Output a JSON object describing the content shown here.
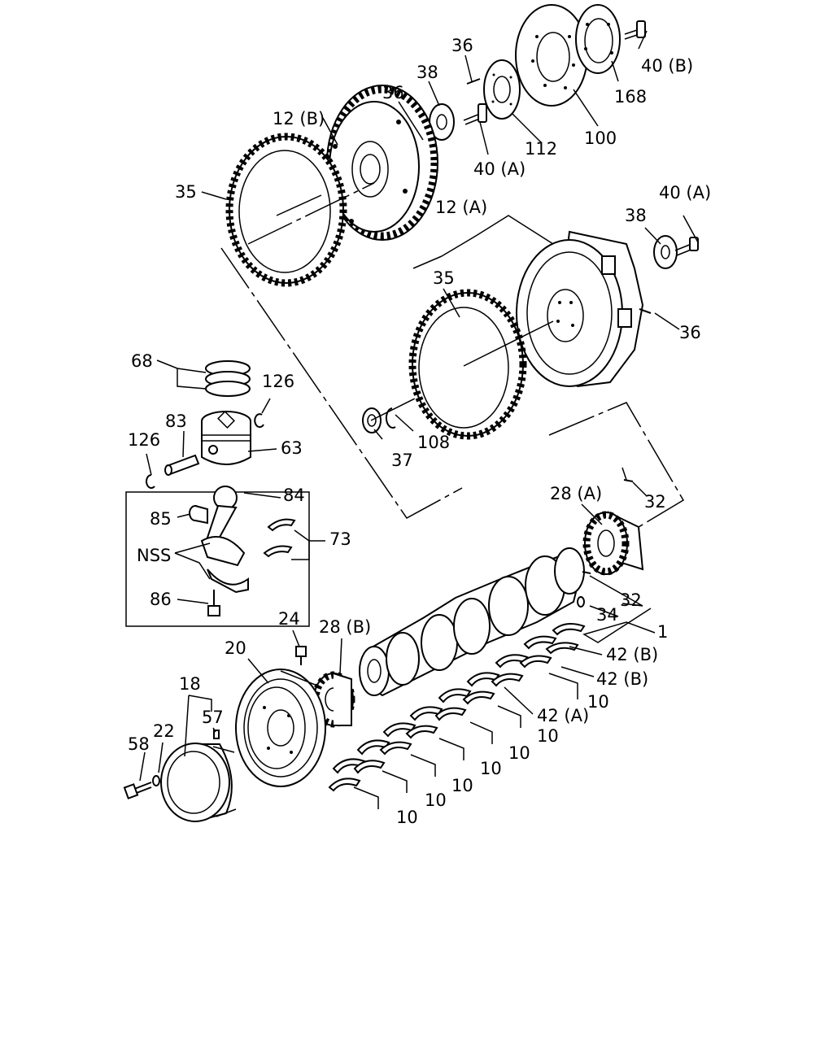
{
  "labels": {
    "l36a": "36",
    "l38a": "38",
    "l36b": "36",
    "l40b": "40 (B)",
    "l168": "168",
    "l100": "100",
    "l112": "112",
    "l40a1": "40 (A)",
    "l12b": "12 (B)",
    "l35a": "35",
    "l12a": "12 (A)",
    "l40a2": "40 (A)",
    "l38b": "38",
    "l35b": "35",
    "l36c": "36",
    "l68": "68",
    "l126a": "126",
    "l83": "83",
    "l126b": "126",
    "l63": "63",
    "l37": "37",
    "l108": "108",
    "l28a": "28 (A)",
    "l32a": "32",
    "l84": "84",
    "l85": "85",
    "l73": "73",
    "lnss": "NSS",
    "l86": "86",
    "l32b": "32",
    "l34": "34",
    "l1": "1",
    "l24": "24",
    "l28b": "28 (B)",
    "l20": "20",
    "l42b1": "42 (B)",
    "l42b2": "42 (B)",
    "l18": "18",
    "l57": "57",
    "l10a": "10",
    "l42a": "42 (A)",
    "l58": "58",
    "l22": "22",
    "l10b": "10",
    "l10c": "10",
    "l10d": "10",
    "l10e": "10",
    "l10f": "10",
    "l10g": "10"
  },
  "colors": {
    "line": "#000000",
    "background": "#ffffff"
  }
}
